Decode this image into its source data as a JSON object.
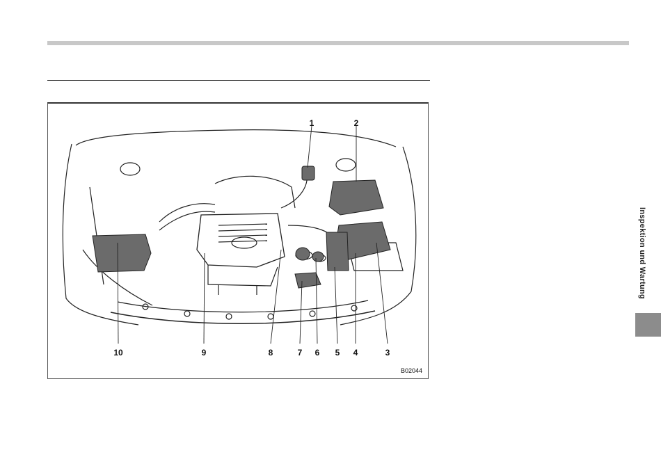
{
  "figure": {
    "code": "B02044",
    "callouts": [
      "1",
      "2",
      "3",
      "4",
      "5",
      "6",
      "7",
      "8",
      "9",
      "10"
    ]
  },
  "side_tab": {
    "chapter": "Inspektion und Wartung"
  }
}
